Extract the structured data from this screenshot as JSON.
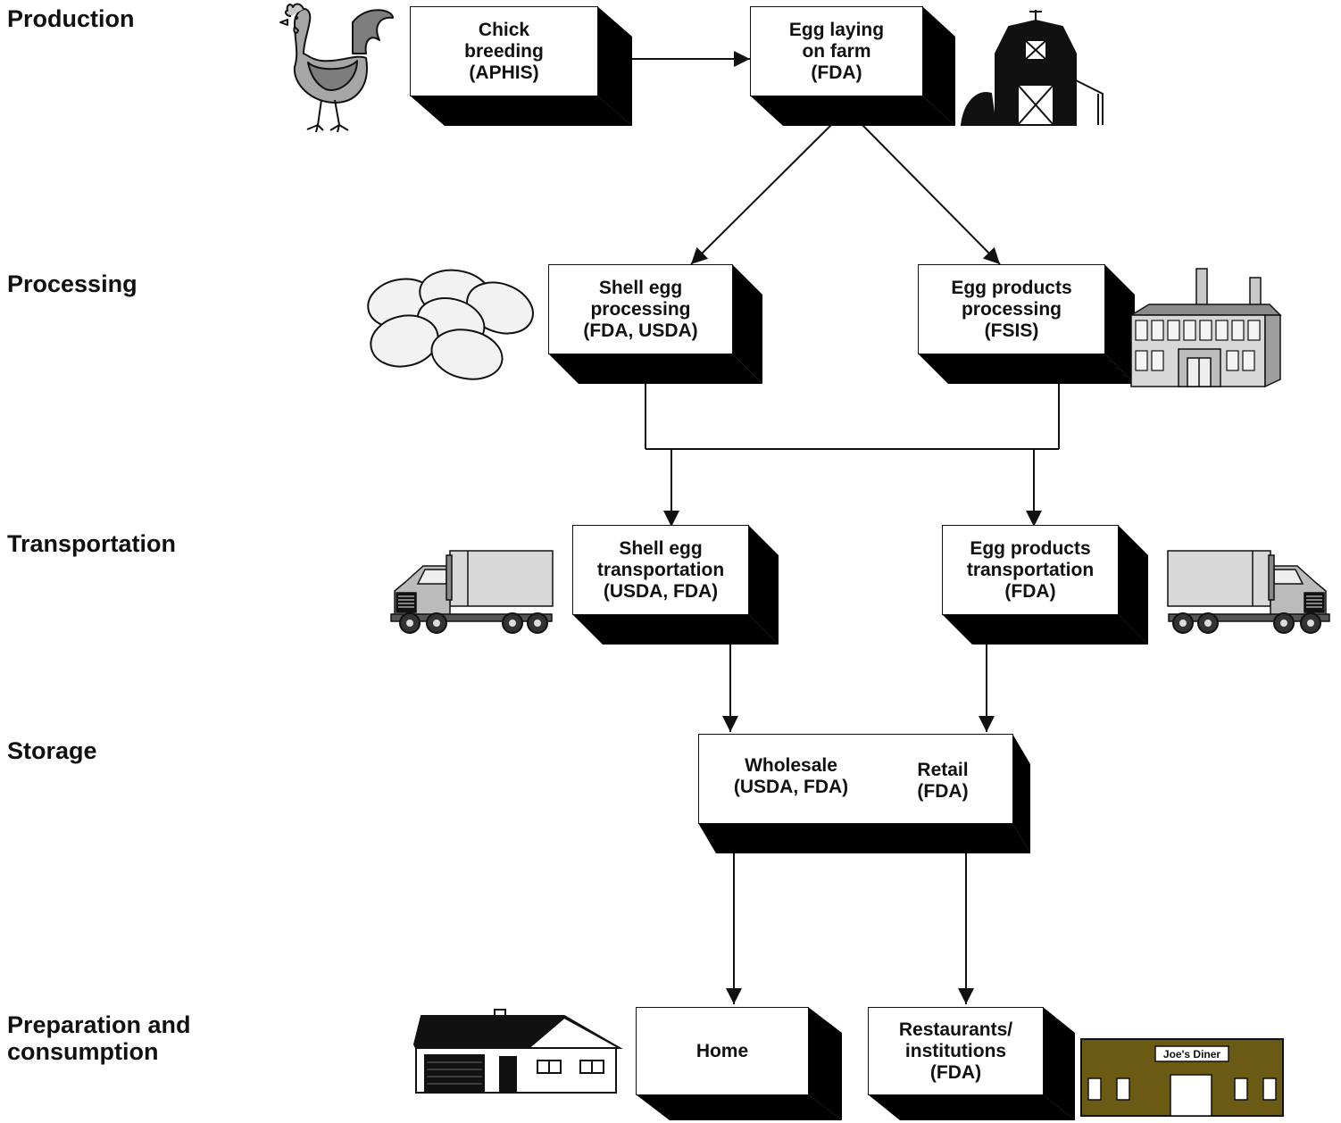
{
  "stages": {
    "production": "Production",
    "processing": "Processing",
    "transportation": "Transportation",
    "storage": "Storage",
    "preparation_line1": "Preparation and",
    "preparation_line2": "consumption"
  },
  "boxes": {
    "chick_breeding": [
      "Chick",
      "breeding",
      "(APHIS)"
    ],
    "egg_laying": [
      "Egg laying",
      "on farm",
      "(FDA)"
    ],
    "shell_egg_processing": [
      "Shell egg",
      "processing",
      "(FDA, USDA)"
    ],
    "egg_products_processing": [
      "Egg products",
      "processing",
      "(FSIS)"
    ],
    "shell_egg_transportation": [
      "Shell egg",
      "transportation",
      "(USDA, FDA)"
    ],
    "egg_products_transportation": [
      "Egg products",
      "transportation",
      "(FDA)"
    ],
    "storage_wholesale": [
      "Wholesale",
      "(USDA, FDA)"
    ],
    "storage_retail": [
      "Retail",
      "(FDA)"
    ],
    "home": [
      "Home"
    ],
    "restaurants": [
      "Restaurants/",
      "institutions",
      "(FDA)"
    ]
  },
  "illustrations": {
    "diner_sign": "Joe's Diner"
  },
  "icons": [
    "rooster-icon",
    "barn-icon",
    "eggs-icon",
    "factory-icon",
    "truck-icon",
    "house-icon",
    "diner-icon"
  ],
  "colors": {
    "shadow": "#000000",
    "rooster_gray": "#9a9a9a",
    "factory_gray": "#d0d0d0",
    "diner_brown": "#6b5a14",
    "egg_fill": "#f2f2f2"
  }
}
